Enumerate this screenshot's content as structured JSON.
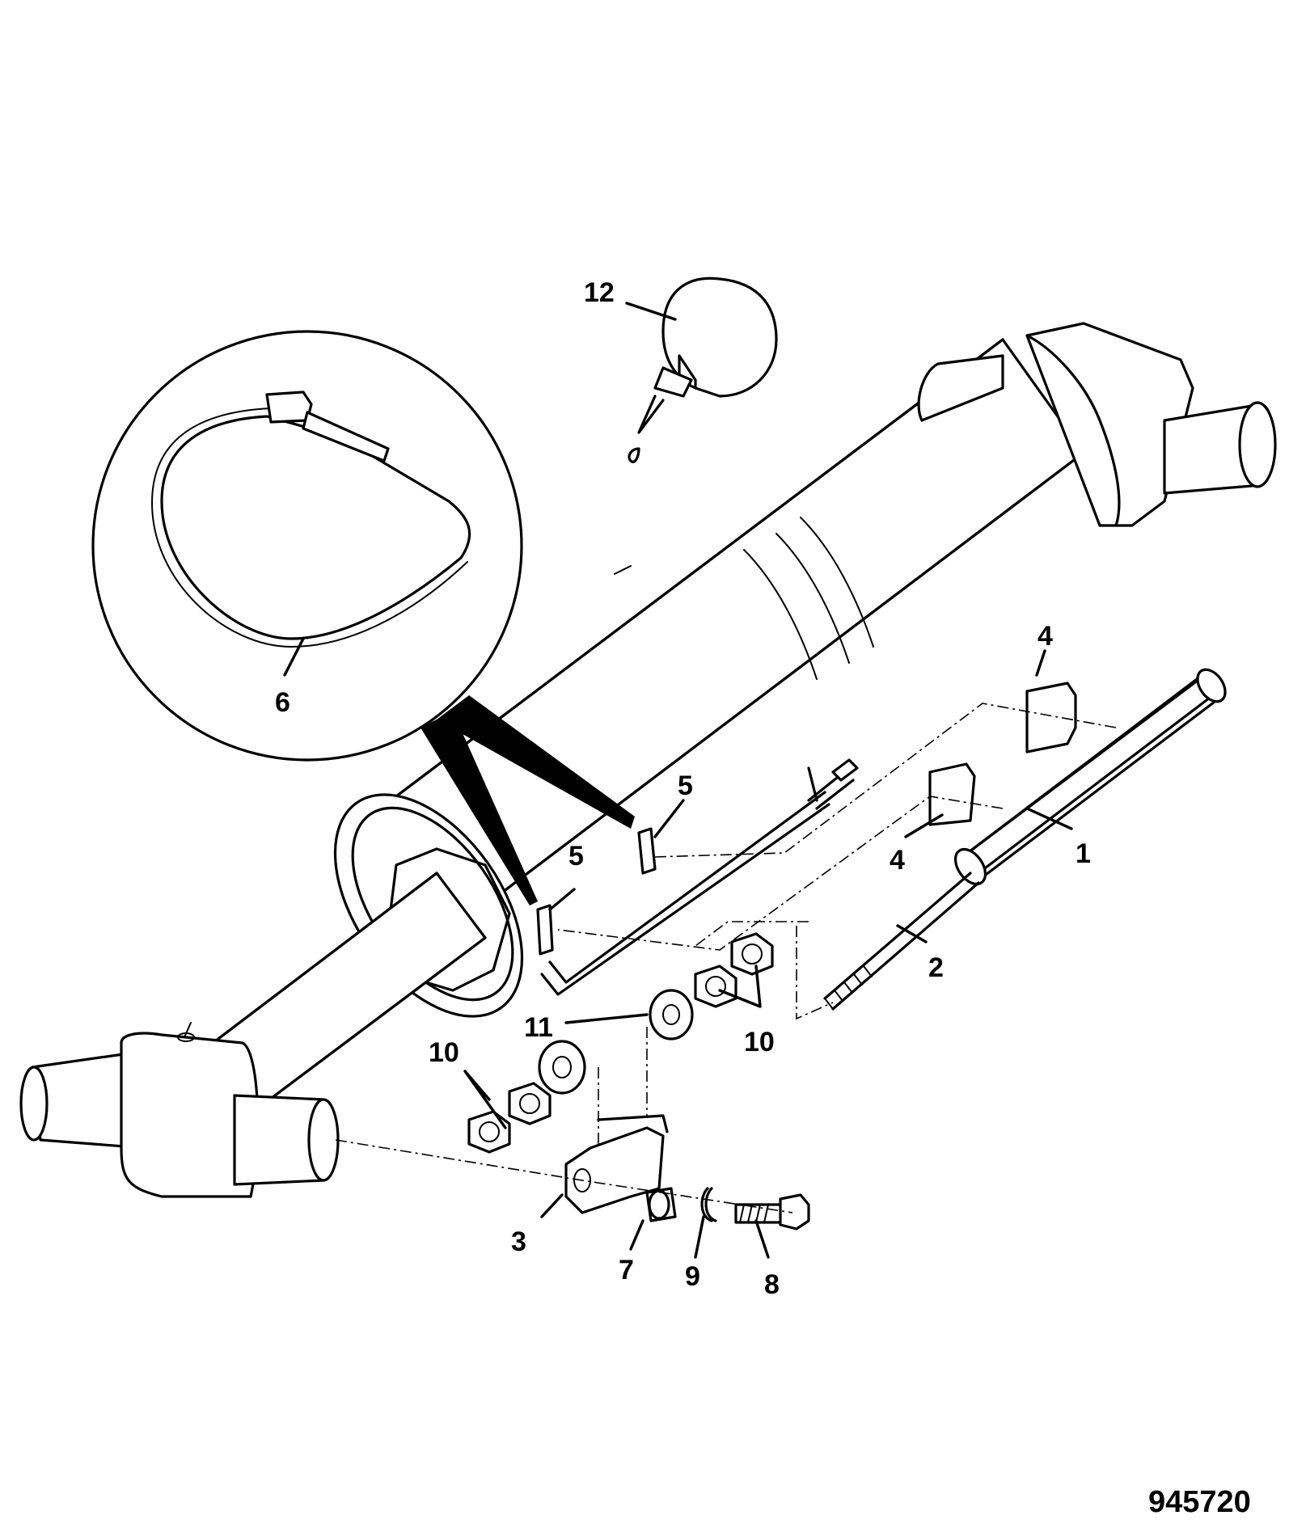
{
  "callouts": {
    "c1": "1",
    "c2": "2",
    "c3": "3",
    "c4a": "4",
    "c4b": "4",
    "c5a": "5",
    "c5b": "5",
    "c6": "6",
    "c7": "7",
    "c8": "8",
    "c9": "9",
    "c10a": "10",
    "c10b": "10",
    "c11": "11",
    "c12": "12"
  },
  "figure_number": "945720"
}
